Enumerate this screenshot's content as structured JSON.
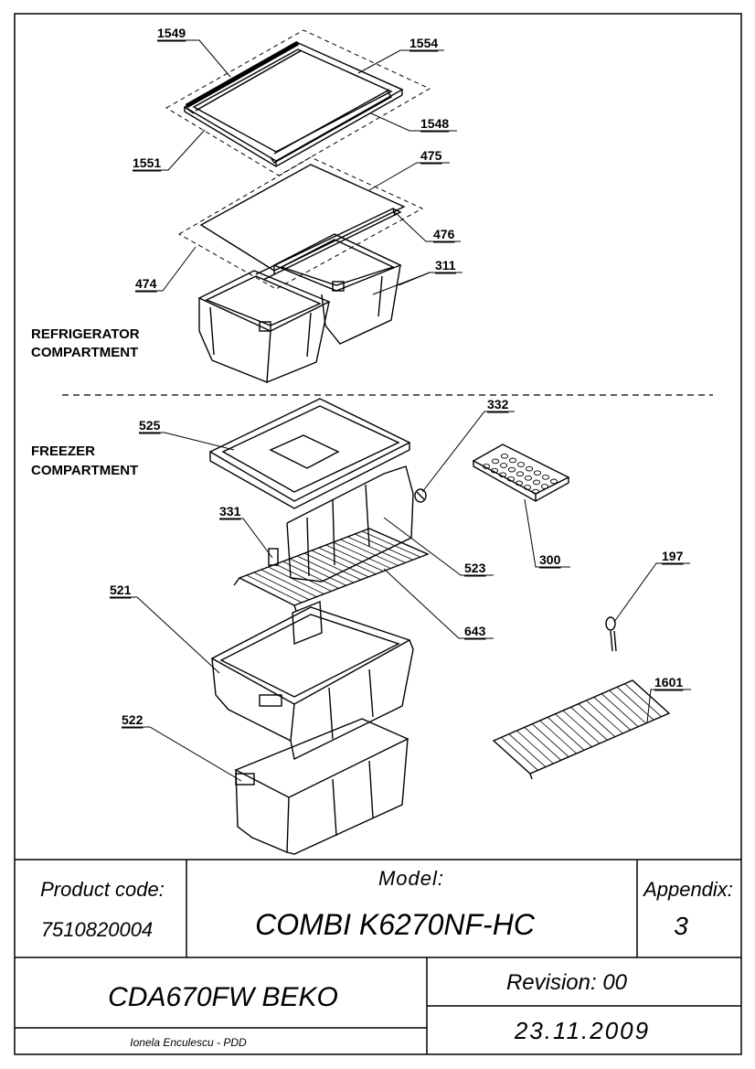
{
  "sections": {
    "refrigerator_line1": "REFRIGERATOR",
    "refrigerator_line2": "COMPARTMENT",
    "freezer_line1": "FREEZER",
    "freezer_line2": "COMPARTMENT"
  },
  "part_numbers": {
    "p1549": "1549",
    "p1554": "1554",
    "p1548": "1548",
    "p1551": "1551",
    "p475": "475",
    "p476": "476",
    "p474": "474",
    "p311": "311",
    "p525": "525",
    "p332": "332",
    "p300": "300",
    "p331": "331",
    "p523": "523",
    "p521": "521",
    "p643": "643",
    "p197": "197",
    "p1601": "1601",
    "p522": "522"
  },
  "title_block": {
    "product_code_label": "Product code:",
    "product_code_value": "7510820004",
    "model_label": "Model:",
    "model_value": "COMBI K6270NF-HC",
    "appendix_label": "Appendix:",
    "appendix_value": "3",
    "brand_model": "CDA670FW BEKO",
    "revision": "Revision: 00",
    "date": "23.11.2009",
    "author": "Ionela Enculescu - PDD"
  }
}
